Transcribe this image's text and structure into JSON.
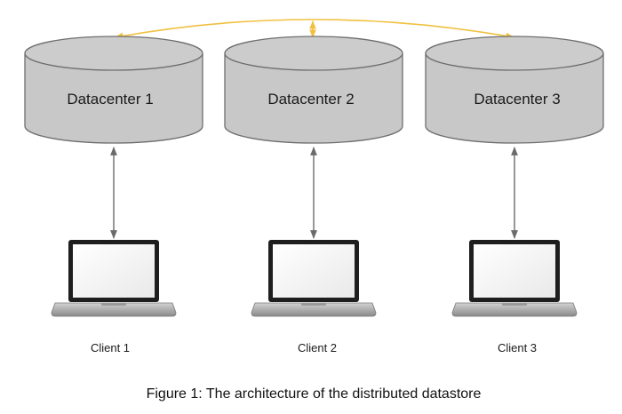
{
  "datacenters": [
    {
      "label": "Datacenter 1",
      "icon": "database-cylinder-icon"
    },
    {
      "label": "Datacenter 2",
      "icon": "database-cylinder-icon"
    },
    {
      "label": "Datacenter 3",
      "icon": "database-cylinder-icon"
    }
  ],
  "clients": [
    {
      "label": "Client 1",
      "icon": "laptop-icon"
    },
    {
      "label": "Client 2",
      "icon": "laptop-icon"
    },
    {
      "label": "Client 3",
      "icon": "laptop-icon"
    }
  ],
  "caption": "Figure 1: The architecture of the distributed datastore",
  "colors": {
    "cylinder_fill": "#c8c8c8",
    "cylinder_stroke": "#6e6e6e",
    "client_link": "#6b6b6b",
    "replication_link": "#f0c040",
    "laptop_frame": "#1e1e1e",
    "laptop_base": "#a9a9a9"
  }
}
